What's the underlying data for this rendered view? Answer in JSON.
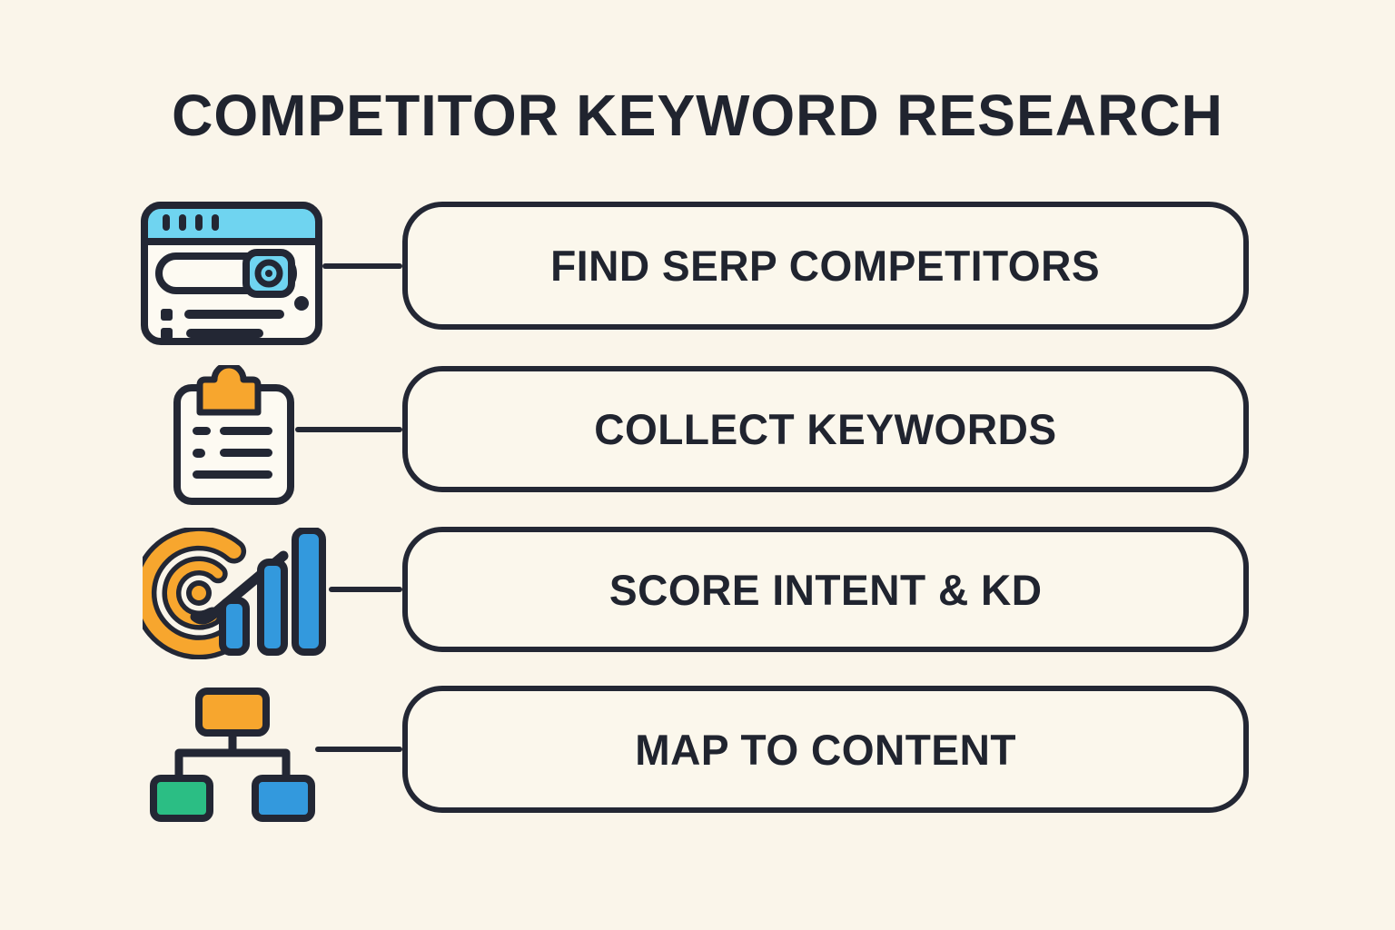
{
  "title": "COMPETITOR KEYWORD RESEARCH",
  "steps": [
    {
      "label": "FIND SERP COMPETITORS",
      "icon": "browser-search-icon"
    },
    {
      "label": "COLLECT KEYWORDS",
      "icon": "clipboard-list-icon"
    },
    {
      "label": "SCORE INTENT & KD",
      "icon": "target-chart-icon"
    },
    {
      "label": "MAP TO CONTENT",
      "icon": "sitemap-icon"
    }
  ],
  "colors": {
    "background": "#FAF5EA",
    "outline_dark": "#232734",
    "accent_cyan": "#6FD4F0",
    "accent_orange": "#F7A62E",
    "accent_blue": "#3399DD",
    "accent_green": "#2BBE84",
    "box_fill": "#FBF7EC",
    "text": "#20242F"
  }
}
